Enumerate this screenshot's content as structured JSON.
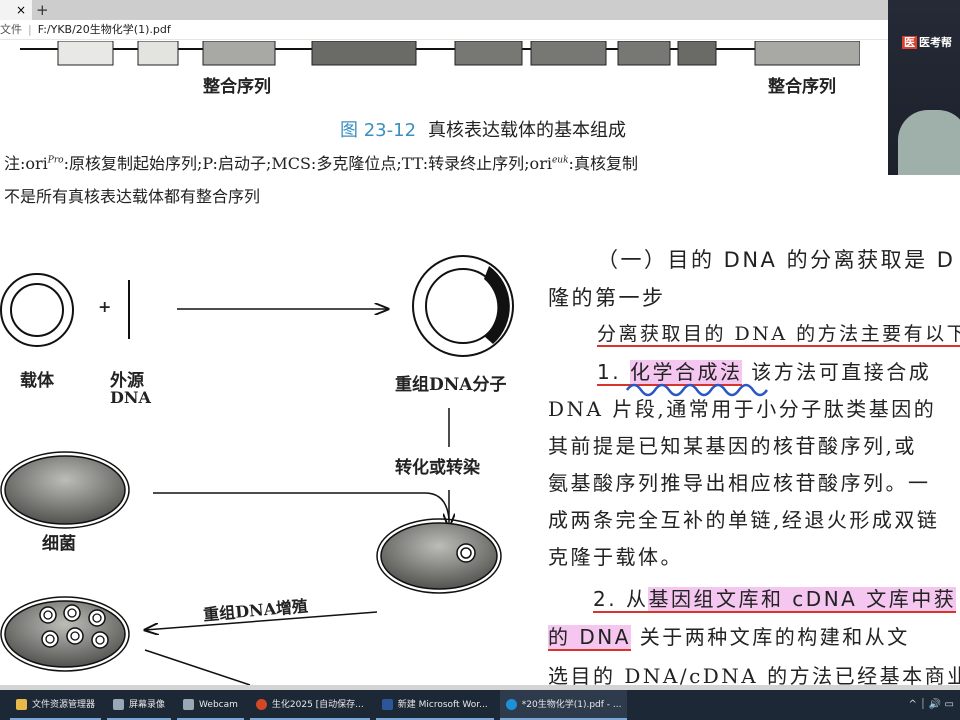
{
  "browser": {
    "tab_close": "×",
    "new_tab": "+",
    "address_label": "文件",
    "address_path": "F:/YKB/20生物化学(1).pdf"
  },
  "figure": {
    "labels": [
      "整合序列",
      "整合序列"
    ],
    "caption_num": "图 23-12",
    "caption_text": "真核表达载体的基本组成",
    "note_line1": "注:ori^Pro:原核复制起始序列;P:启动子;MCS:多克隆位点;TT:转录终止序列;ori^euk:真核复制",
    "note_pre": "注:ori",
    "note_sup1": "Pro",
    "note_mid": ":原核复制起始序列;P:启动子;MCS:多克隆位点;TT:转录终止序列;ori",
    "note_sup2": "euk",
    "note_end": ":真核复",
    "note_line2": "不是所有真核表达载体都有整合序列"
  },
  "diagram": {
    "plus": "+",
    "vector": "载体",
    "foreign_dna_1": "外源",
    "foreign_dna_2": "DNA",
    "recombinant": "重组DNA分子",
    "transform": "转化或转染",
    "bacteria": "细菌",
    "amplify": "重组DNA增殖"
  },
  "text": {
    "heading1": "（一）目的 DNA 的分离获取是 D",
    "heading2": "隆的第一步",
    "p1": "分离获取目的 DNA 的方法主要有以下",
    "m1_num": "1. ",
    "m1_title": "化学合成法",
    "m1_rest": "  该方法可直接合成",
    "l1": "DNA 片段,通常用于小分子肽类基因的",
    "l2": "其前提是已知某基因的核苷酸序列,或",
    "l3": "氨基酸序列推导出相应核苷酸序列。一",
    "l4": "成两条完全互补的单链,经退火形成双链",
    "l5": "克隆于载体。",
    "m2_num": "2. 从",
    "m2_title": "基因组文库和 cDNA 文库中获",
    "m2b_title": "的 DNA",
    "m2b_rest": "  关于两种文库的构建和从文",
    "l6": "选目的 DNA/cDNA 的方法已经基本商业"
  },
  "webcam": {
    "logo": "医考帮"
  },
  "taskbar": {
    "items": [
      {
        "label": "文件资源管理器",
        "color": "#e8b84a"
      },
      {
        "label": "屏幕录像",
        "color": "#9aa7b4"
      },
      {
        "label": "Webcam",
        "color": "#9aa7b4"
      },
      {
        "label": "生化2025 [自动保存...",
        "color": "#d24726"
      },
      {
        "label": "新建 Microsoft Wor...",
        "color": "#2b579a"
      },
      {
        "label": "*20生物化学(1).pdf - ...",
        "color": "#1e90d6"
      }
    ],
    "tray": "^  ⏐  🔊  ▭"
  }
}
